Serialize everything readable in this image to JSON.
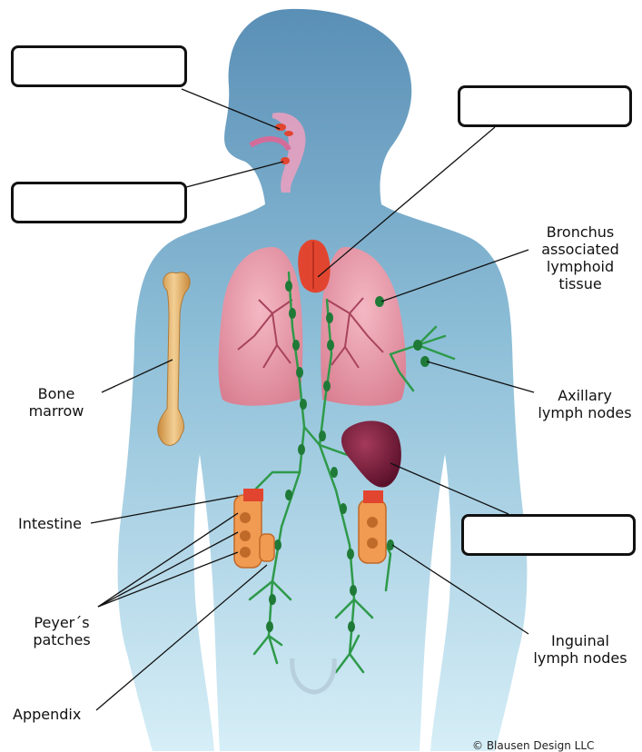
{
  "labels": {
    "bronchus": "Bronchus\nassociated\nlymphoid\ntissue",
    "bone_marrow": "Bone\nmarrow",
    "axillary": "Axillary\nlymph nodes",
    "intestine": "Intestine",
    "peyers": "Peyer´s\npatches",
    "inguinal": "Inguinal\nlymph nodes",
    "appendix": "Appendix"
  },
  "blank_boxes": [
    {
      "id": "tonsils-box",
      "value": ""
    },
    {
      "id": "adenoids-box",
      "value": ""
    },
    {
      "id": "thymus-box",
      "value": ""
    },
    {
      "id": "spleen-box",
      "value": ""
    }
  ],
  "credit": "© Blausen Design LLC",
  "colors": {
    "body_top": "#5a8fb6",
    "body_bottom": "#d6eef7",
    "lung": "#e79aa8",
    "lymph_vessel": "#2e9a4a",
    "node": "#1f7a37",
    "spleen": "#7a1d3a",
    "bone": "#e8b46a",
    "intestine": "#f09a52",
    "thymus": "#e2452f"
  }
}
